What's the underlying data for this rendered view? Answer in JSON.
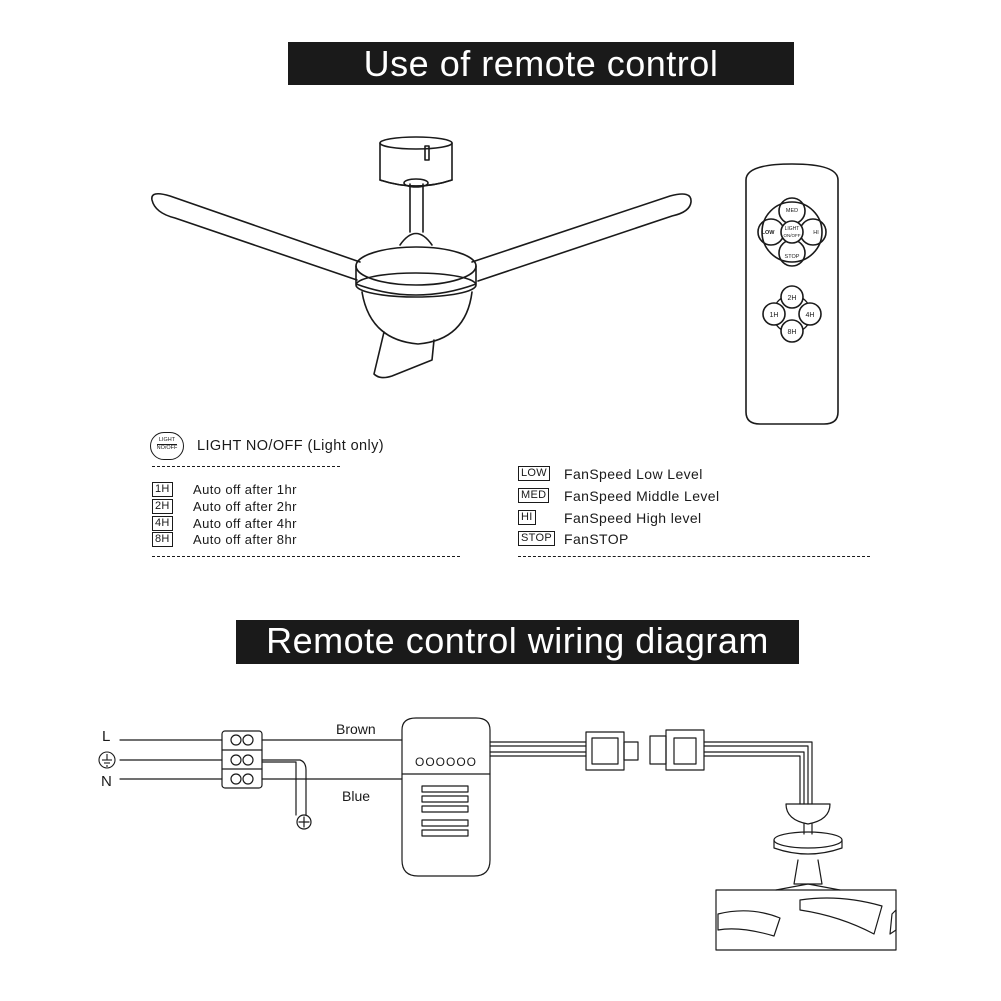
{
  "sections": {
    "remote_use_title": "Use of remote control",
    "wiring_title": "Remote control wiring diagram"
  },
  "remote": {
    "speed_buttons": {
      "top": "MED",
      "left": "LOW",
      "right": "HI",
      "bottom": "STOP",
      "center_line1": "LIGHT",
      "center_line2": "ON/OFF"
    },
    "timer_buttons": {
      "top": "2H",
      "left": "1H",
      "right": "4H",
      "bottom": "8H"
    }
  },
  "legend": {
    "light": {
      "icon_line1": "LIGHT",
      "icon_line2": "NO/OFF",
      "text": "LIGHT   NO/OFF  (Light only)"
    },
    "timers": [
      {
        "key": "1H",
        "text": "Auto off after 1hr"
      },
      {
        "key": "2H",
        "text": "Auto off after 2hr"
      },
      {
        "key": "4H",
        "text": "Auto off after 4hr"
      },
      {
        "key": "8H",
        "text": "Auto off after 8hr"
      }
    ],
    "speeds": [
      {
        "key": "LOW",
        "text": "FanSpeed Low Level"
      },
      {
        "key": "MED",
        "text": "FanSpeed Middle Level"
      },
      {
        "key": "HI",
        "text": "FanSpeed High level"
      },
      {
        "key": "STOP",
        "text": "FanSTOP"
      }
    ]
  },
  "wiring": {
    "terminals": {
      "live": "L",
      "neutral": "N"
    },
    "wires": {
      "brown": "Brown",
      "blue": "Blue"
    },
    "receiver_marking": "OOOOOO"
  },
  "icons": [
    "ground-symbol-icon",
    "light-onoff-icon"
  ]
}
